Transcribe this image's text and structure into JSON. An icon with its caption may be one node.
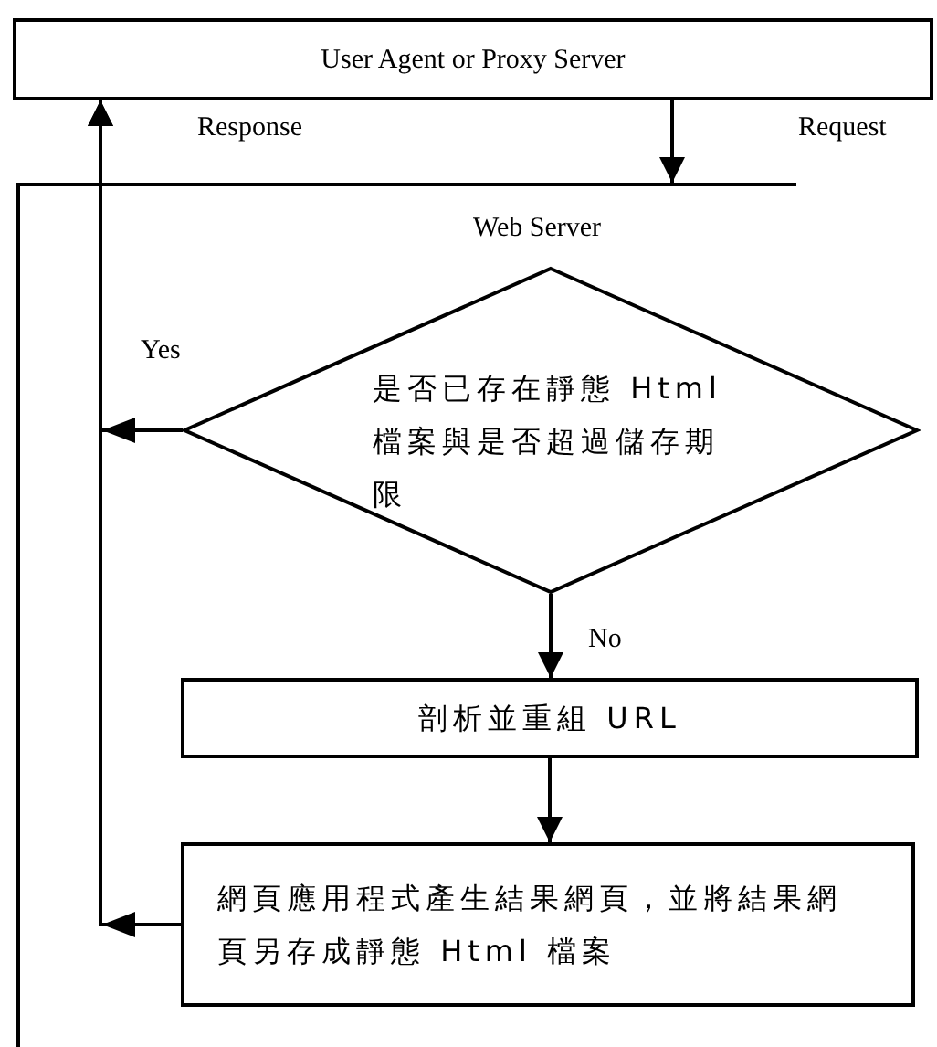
{
  "diagram": {
    "nodes": [
      {
        "text": [
          "User Agent or Proxy Server"
        ]
      },
      {
        "text": [
          "Web Server"
        ]
      },
      {
        "text": [
          "是否已存在靜態 Html 檔案與是否超過儲存期限"
        ],
        "in": 1
      },
      {
        "text": [
          "剖析並重組 URL"
        ],
        "in": 1
      },
      {
        "text": [
          "網頁應用程式產生結果網頁，並將結果網頁另存成靜態 Html 檔案"
        ],
        "in": 1
      }
    ],
    "edges": [
      {
        "from": 0,
        "to": 1,
        "arrow": "to"
      },
      {
        "from": 2,
        "to": 0,
        "arrow": "to",
        "label": "Yes"
      },
      {
        "from": 4,
        "to": 0,
        "arrow": "to"
      },
      {
        "from": 2,
        "to": 3,
        "arrow": "to",
        "label": "No"
      },
      {
        "from": 3,
        "to": 4,
        "arrow": "to"
      }
    ],
    "labels": [
      "Response",
      "Request"
    ]
  }
}
